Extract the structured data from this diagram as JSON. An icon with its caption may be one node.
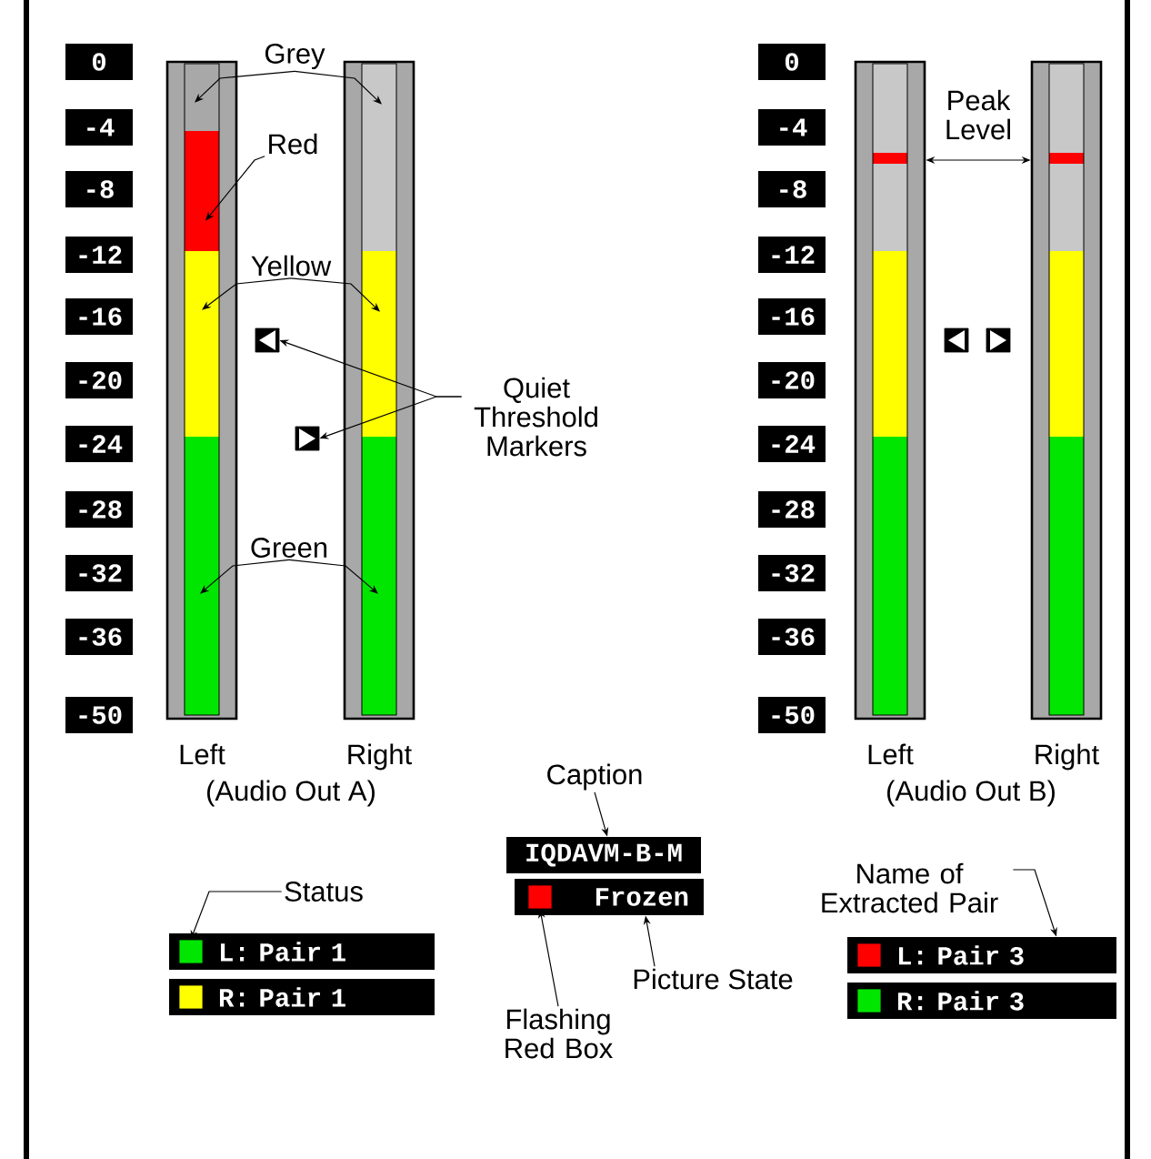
{
  "diagram": {
    "nodes": [
      {
        "text": [
          "0"
        ]
      },
      {
        "text": [
          "-4"
        ]
      },
      {
        "text": [
          "-8"
        ]
      },
      {
        "text": [
          "-12"
        ]
      },
      {
        "text": [
          "-16"
        ]
      },
      {
        "text": [
          "-20"
        ]
      },
      {
        "text": [
          "-24"
        ]
      },
      {
        "text": [
          "-28"
        ]
      },
      {
        "text": [
          "-32"
        ]
      },
      {
        "text": [
          "-36"
        ]
      },
      {
        "text": [
          "-50"
        ]
      },
      {
        "text": [
          "0"
        ]
      },
      {
        "text": [
          "-4"
        ]
      },
      {
        "text": [
          "-8"
        ]
      },
      {
        "text": [
          "-12"
        ]
      },
      {
        "text": [
          "-16"
        ]
      },
      {
        "text": [
          "-20"
        ]
      },
      {
        "text": [
          "-24"
        ]
      },
      {
        "text": [
          "-28"
        ]
      },
      {
        "text": [
          "-32"
        ]
      },
      {
        "text": [
          "-36"
        ]
      },
      {
        "text": [
          "-50"
        ]
      },
      {
        "text": [],
        "shape": "bar",
        "beside": [
          "Left"
        ]
      },
      {
        "text": [],
        "shape": "bar",
        "beside": [
          "Right"
        ]
      },
      {
        "text": [],
        "shape": "bar",
        "beside": [
          "Left"
        ]
      },
      {
        "text": [],
        "shape": "bar",
        "beside": [
          "Right"
        ]
      },
      {
        "text": [
          "Grey"
        ]
      },
      {
        "text": [
          "Red"
        ]
      },
      {
        "text": [
          "Yellow"
        ]
      },
      {
        "text": [
          "Green"
        ]
      },
      {
        "text": [
          "Quiet Threshold Markers"
        ]
      },
      {
        "text": [],
        "shape": "box"
      },
      {
        "text": [],
        "shape": "box"
      },
      {
        "text": [],
        "shape": "box"
      },
      {
        "text": [],
        "shape": "box"
      },
      {
        "text": [
          "Status"
        ]
      },
      {
        "text": [
          "L: Pair 1"
        ]
      },
      {
        "text": [],
        "shape": "box",
        "in": 36
      },
      {
        "text": [
          "R: Pair 1"
        ]
      },
      {
        "text": [],
        "shape": "box",
        "in": 38
      },
      {
        "text": [
          "Caption"
        ]
      },
      {
        "text": [
          "IQDAVM-B-M"
        ]
      },
      {
        "text": [
          "Frozen"
        ]
      },
      {
        "text": [],
        "shape": "box",
        "in": 42
      },
      {
        "text": [
          "Flashing Red Box"
        ]
      },
      {
        "text": [
          "Picture State"
        ]
      },
      {
        "text": [
          "Name of Extracted Pair"
        ]
      },
      {
        "text": [
          "L: Pair 3"
        ]
      },
      {
        "text": [],
        "shape": "box",
        "in": 47
      },
      {
        "text": [
          "R: Pair 3"
        ]
      },
      {
        "text": [],
        "shape": "box",
        "in": 49
      }
    ],
    "edges": [
      {
        "from": 26,
        "to": 22,
        "arrow": "to"
      },
      {
        "from": 26,
        "to": 23,
        "arrow": "to"
      },
      {
        "from": 27,
        "to": 22,
        "arrow": "to"
      },
      {
        "from": 28,
        "to": 22,
        "arrow": "to"
      },
      {
        "from": 28,
        "to": 23,
        "arrow": "to"
      },
      {
        "from": 29,
        "to": 22,
        "arrow": "to"
      },
      {
        "from": 29,
        "to": 23,
        "arrow": "to"
      },
      {
        "from": 30,
        "to": 31,
        "arrow": "to"
      },
      {
        "from": 30,
        "to": 32,
        "arrow": "to"
      },
      {
        "from": 24,
        "to": 25,
        "arrow": "both",
        "label": "Peak Level"
      },
      {
        "from": 35,
        "to": 37,
        "arrow": "to"
      },
      {
        "from": 40,
        "to": 41,
        "arrow": "to"
      },
      {
        "from": 44,
        "to": 43,
        "arrow": "to"
      },
      {
        "from": 45,
        "to": 42,
        "arrow": "to"
      },
      {
        "from": 46,
        "to": 47,
        "arrow": "to"
      }
    ],
    "labels": [
      "(Audio Out A)",
      "(Audio Out B)"
    ]
  }
}
